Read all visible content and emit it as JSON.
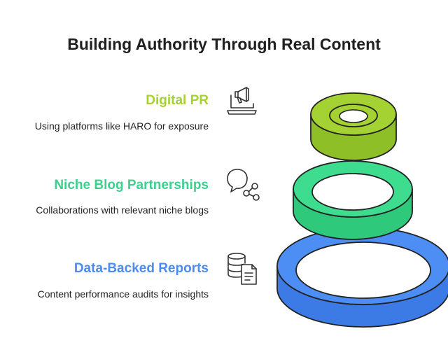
{
  "title": "Building Authority Through Real Content",
  "items": [
    {
      "title": "Digital PR",
      "description": "Using platforms like HARO for exposure",
      "color": "#a4d233",
      "icon": "laptop-megaphone-icon"
    },
    {
      "title": "Niche Blog Partnerships",
      "description": "Collaborations with relevant niche blogs",
      "color": "#3ecf8e",
      "icon": "chat-share-icon"
    },
    {
      "title": "Data-Backed Reports",
      "description": "Content performance audits for insights",
      "color": "#4a8cf0",
      "icon": "database-document-icon"
    }
  ],
  "ring_colors": {
    "top": "#a4d233",
    "top_side": "#8fbf26",
    "middle": "#3ddc8f",
    "middle_side": "#2fc97c",
    "bottom": "#4d8ef5",
    "bottom_side": "#3c7be6"
  }
}
